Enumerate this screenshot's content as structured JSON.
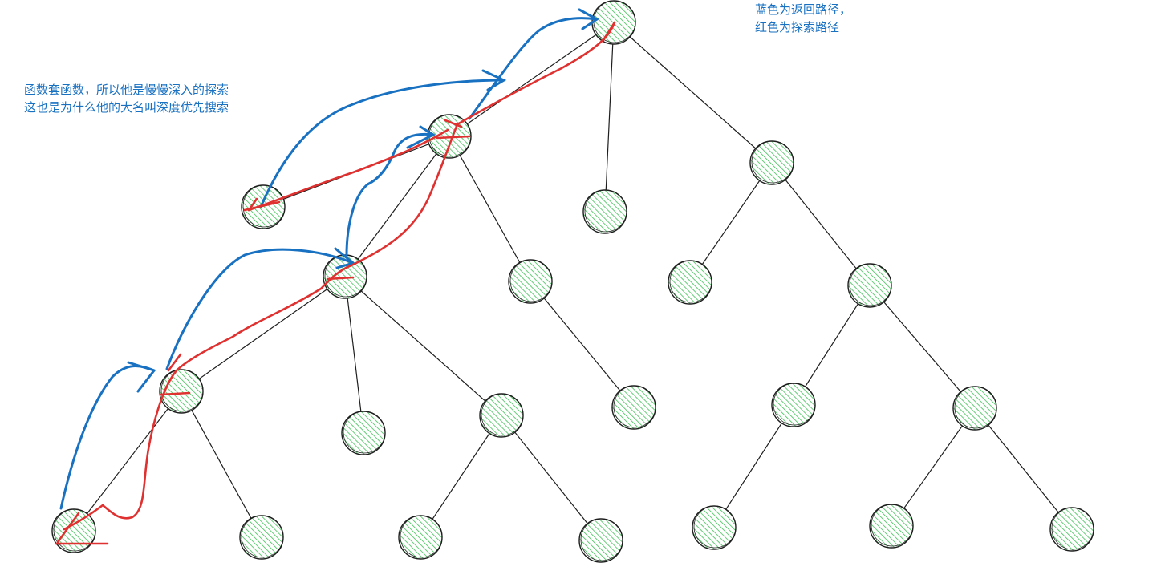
{
  "annotations": {
    "left_line1": "函数套函数，所以他是慢慢深入的探索",
    "left_line2": "这也是为什么他的大名叫深度优先搜索",
    "right_line1": "蓝色为返回路径，",
    "right_line2": "红色为探索路径"
  },
  "colors": {
    "node_fill": "#b2f2bb",
    "node_hatch": "#40c057",
    "edge": "#1e1e1e",
    "return_path": "#1971c2",
    "explore_path": "#e03131",
    "text": "#1971c2"
  },
  "tree": {
    "nodes": [
      "root",
      "a",
      "a1",
      "a2",
      "a3",
      "a21",
      "a22",
      "a211",
      "a212",
      "a31",
      "a32",
      "a321",
      "a322",
      "a4",
      "a41",
      "b",
      "c",
      "c1",
      "c2",
      "c21",
      "c211",
      "c22",
      "c221",
      "c222"
    ],
    "edges": [
      [
        "root",
        "a"
      ],
      [
        "root",
        "b"
      ],
      [
        "root",
        "c"
      ],
      [
        "a",
        "a1"
      ],
      [
        "a",
        "a2"
      ],
      [
        "a",
        "a4"
      ],
      [
        "a2",
        "a21"
      ],
      [
        "a2",
        "a3"
      ],
      [
        "a2",
        "a31"
      ],
      [
        "a21",
        "a211"
      ],
      [
        "a21",
        "a212"
      ],
      [
        "a31",
        "a321"
      ],
      [
        "a31",
        "a322"
      ],
      [
        "a4",
        "a41"
      ],
      [
        "c",
        "c1"
      ],
      [
        "c",
        "c2"
      ],
      [
        "c2",
        "c21"
      ],
      [
        "c2",
        "c22"
      ],
      [
        "c21",
        "c211"
      ],
      [
        "c22",
        "c221"
      ],
      [
        "c22",
        "c222"
      ]
    ]
  }
}
